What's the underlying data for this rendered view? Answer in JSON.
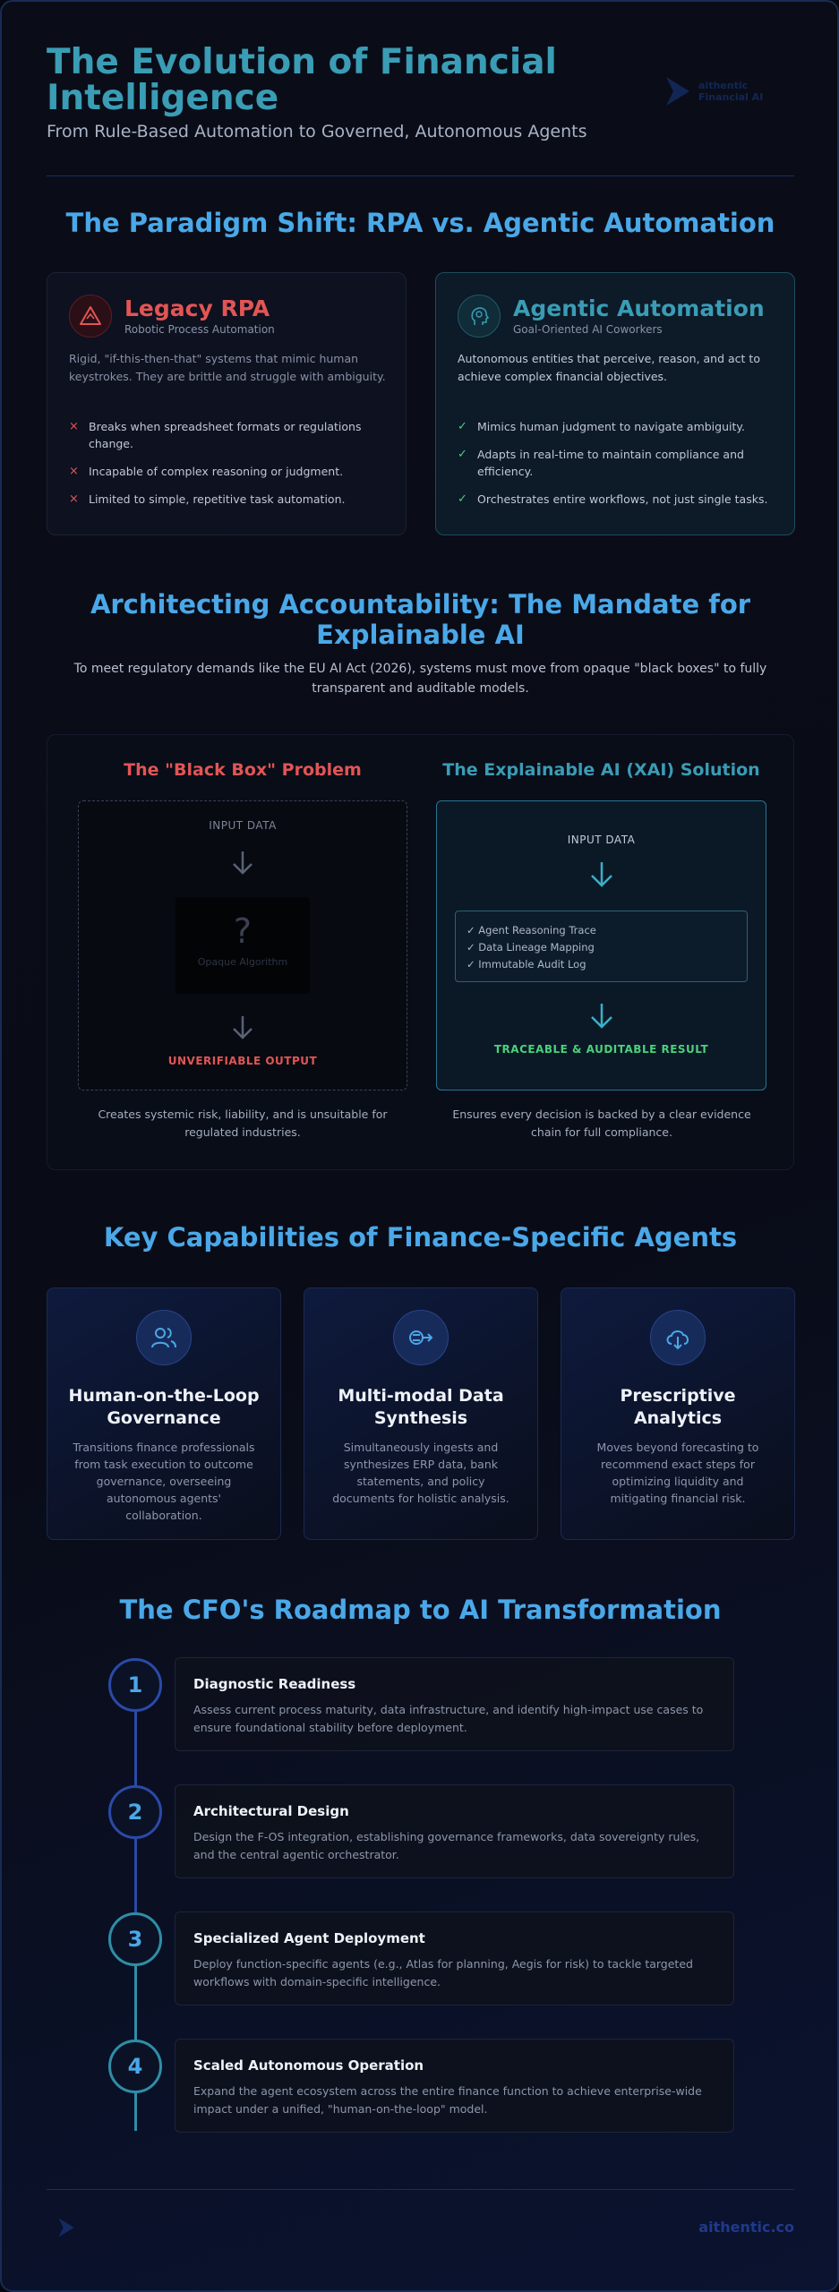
{
  "header": {
    "title": "The Evolution of Financial Intelligence",
    "subtitle": "From Rule-Based Automation to Governed, Autonomous Agents",
    "brand_lines": [
      "aithentic",
      "Financial AI"
    ]
  },
  "paradigm": {
    "title": "The Paradigm Shift: RPA vs. Agentic Automation",
    "legacy": {
      "title": "Legacy RPA",
      "subtitle": "Robotic Process Automation",
      "description": "Rigid, \"if-this-then-that\" systems that mimic human keystrokes. They are brittle and struggle with ambiguity.",
      "items": [
        "Breaks when spreadsheet formats or regulations change.",
        "Incapable of complex reasoning or judgment.",
        "Limited to simple, repetitive task automation."
      ],
      "mark": "×",
      "icon": "warning-icon",
      "color": "#e25555"
    },
    "agentic": {
      "title": "Agentic Automation",
      "subtitle": "Goal-Oriented AI Coworkers",
      "description": "Autonomous entities that perceive, reason, and act to achieve complex financial objectives.",
      "items": [
        "Mimics human judgment to navigate ambiguity.",
        "Adapts in real-time to maintain compliance and efficiency.",
        "Orchestrates entire workflows, not just single tasks."
      ],
      "mark": "✓",
      "icon": "brain-head-icon",
      "color": "#3a9cb5"
    }
  },
  "accountability": {
    "title": "Architecting Accountability: The Mandate for Explainable AI",
    "description": "To meet regulatory demands like the EU AI Act (2026), systems must move from opaque \"black boxes\" to fully transparent and auditable models.",
    "black_box": {
      "title": "The \"Black Box\" Problem",
      "input": "INPUT DATA",
      "opaque_symbol": "?",
      "opaque_label": "Opaque Algorithm",
      "output": "UNVERIFIABLE OUTPUT",
      "note": "Creates systemic risk, liability, and is unsuitable for regulated industries."
    },
    "xai": {
      "title": "The Explainable AI (XAI) Solution",
      "input": "INPUT DATA",
      "trace_items": [
        "✓ Agent Reasoning Trace",
        "✓ Data Lineage Mapping",
        "✓ Immutable Audit Log"
      ],
      "output": "TRACEABLE & AUDITABLE RESULT",
      "note": "Ensures every decision is backed by a clear evidence chain for full compliance."
    }
  },
  "capabilities": {
    "title": "Key Capabilities of Finance-Specific Agents",
    "cards": [
      {
        "title": "Human-on-the-Loop Governance",
        "description": "Transitions finance professionals from task execution to outcome governance, overseeing autonomous agents' collaboration.",
        "icon": "users-icon"
      },
      {
        "title": "Multi-modal Data Synthesis",
        "description": "Simultaneously ingests and synthesizes ERP data, bank statements, and policy documents for holistic analysis.",
        "icon": "data-merge-icon"
      },
      {
        "title": "Prescriptive Analytics",
        "description": "Moves beyond forecasting to recommend exact steps for optimizing liquidity and mitigating financial risk.",
        "icon": "cloud-download-icon"
      }
    ]
  },
  "roadmap": {
    "title": "The CFO's Roadmap to AI Transformation",
    "steps": [
      {
        "number": "1",
        "title": "Diagnostic Readiness",
        "description": "Assess current process maturity, data infrastructure, and identify high-impact use cases to ensure foundational stability before deployment."
      },
      {
        "number": "2",
        "title": "Architectural Design",
        "description": "Design the F-OS integration, establishing governance frameworks, data sovereignty rules, and the central agentic orchestrator."
      },
      {
        "number": "3",
        "title": "Specialized Agent Deployment",
        "description": "Deploy function-specific agents (e.g., Atlas for planning, Aegis for risk) to tackle targeted workflows with domain-specific intelligence."
      },
      {
        "number": "4",
        "title": "Scaled Autonomous Operation",
        "description": "Expand the agent ecosystem across the entire finance function to achieve enterprise-wide impact under a unified, \"human-on-the-loop\" model."
      }
    ]
  },
  "footer": {
    "url": "aithentic.co"
  },
  "colors": {
    "title_teal": "#3a9cb5",
    "section_blue": "#4aa8e8",
    "legacy_red": "#e25555",
    "success_green": "#4cd07a"
  }
}
